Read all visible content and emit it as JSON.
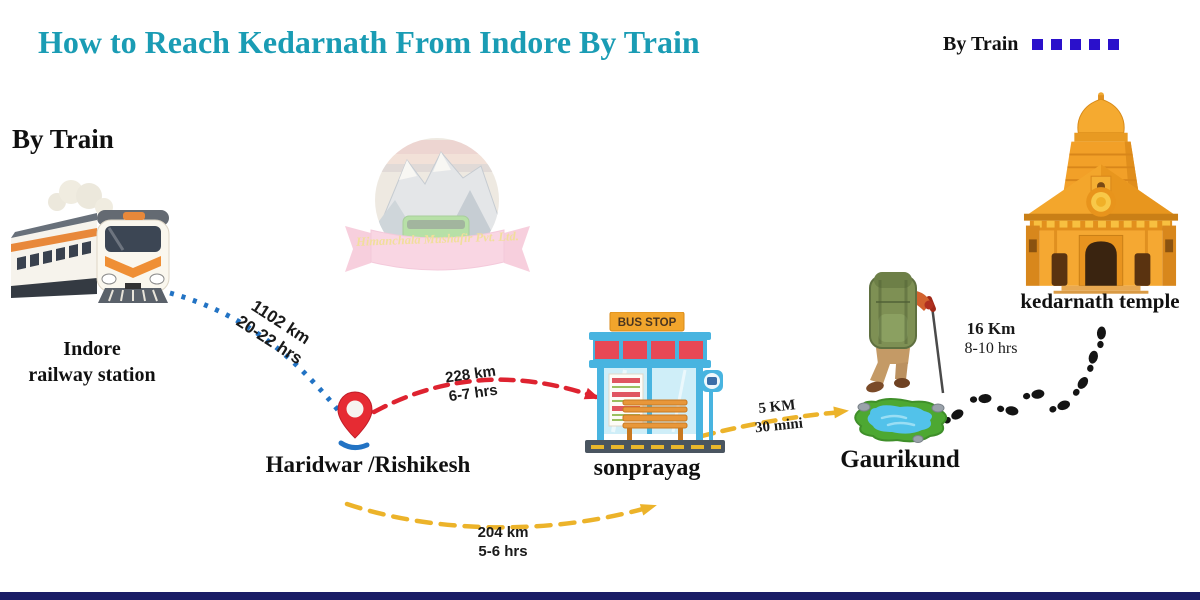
{
  "title": {
    "text": "How to Reach Kedarnath From Indore By Train"
  },
  "legend": {
    "label": "By Train",
    "square_count": 5
  },
  "left": {
    "heading": "By Train"
  },
  "logo": {
    "ribbon_text": "Himanchala Mushafir Pvt. Ltd."
  },
  "stations": {
    "indore": {
      "line1": "Indore",
      "line2": "railway station"
    },
    "haridwar": {
      "label": "Haridwar /Rishikesh"
    },
    "sonprayag": {
      "label": "sonprayag",
      "sign": "BUS STOP"
    },
    "gaurikund": {
      "label": "Gaurikund"
    },
    "kedarnath": {
      "label": "kedarnath temple"
    }
  },
  "segments": {
    "indore_haridwar": {
      "distance": "1102 km",
      "duration": "20-22 hrs"
    },
    "haridwar_sonprayag": {
      "distance": "228 km",
      "duration": "6-7 hrs"
    },
    "alt_road": {
      "distance": "204 km",
      "duration": "5-6 hrs"
    },
    "sonprayag_gaurikund": {
      "distance": "5 KM",
      "duration": "30 mini"
    },
    "gaurikund_kedarnath": {
      "distance": "16 Km",
      "duration": "8-10 hrs"
    }
  },
  "colors": {
    "title": "#1a9cb4",
    "legend_square": "#2a10cb",
    "route_train": "#2273c4",
    "route_taxi": "#de2330",
    "route_alt": "#ecb32a",
    "bottom_bar": "#1a1d66"
  }
}
